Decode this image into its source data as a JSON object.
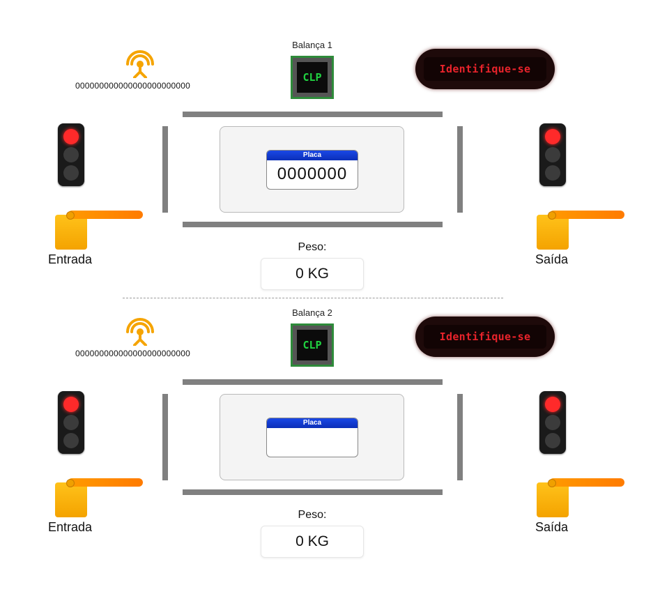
{
  "scales": [
    {
      "title": "Balança 1",
      "rfid_code": "000000000000000000000000",
      "clp_label": "CLP",
      "display_message": "Identifique-se",
      "plate_header": "Placa",
      "plate_number": "0000000",
      "weight_label": "Peso:",
      "weight_value": "0 KG",
      "entry_label": "Entrada",
      "exit_label": "Saída",
      "entry_light": "red",
      "exit_light": "red"
    },
    {
      "title": "Balança 2",
      "rfid_code": "000000000000000000000000",
      "clp_label": "CLP",
      "display_message": "Identifique-se",
      "plate_header": "Placa",
      "plate_number": "",
      "weight_label": "Peso:",
      "weight_value": "0 KG",
      "entry_label": "Entrada",
      "exit_label": "Saída",
      "entry_light": "red",
      "exit_light": "red"
    }
  ],
  "colors": {
    "rfid_icon": "#f5a400",
    "clp_frame": "#2e8b3a",
    "clp_text": "#20d040",
    "led_text": "#e8232b",
    "plate_header": "#0b2fb8",
    "gate_arm": "#ff8a00",
    "gate_post": "#ffb400",
    "rail": "#808080",
    "red_light": "#ff2a2a"
  },
  "icons": {
    "rfid": "rfid-antenna-icon",
    "traffic_light": "traffic-light-icon",
    "gate": "barrier-gate-icon"
  }
}
